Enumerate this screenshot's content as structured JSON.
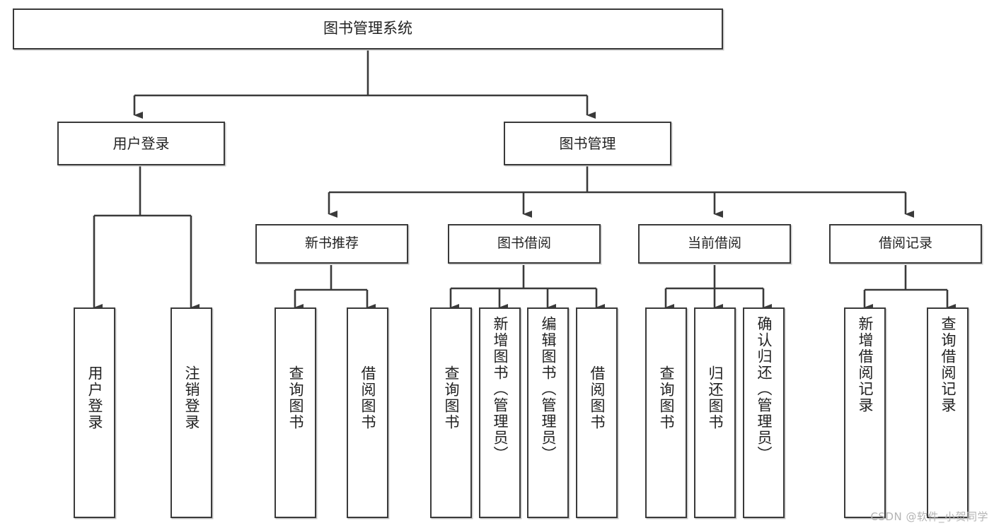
{
  "diagram": {
    "title": "图书管理系统",
    "watermark": "CSDN @软件_小贺同学",
    "type": "tree-hierarchy",
    "colors": {
      "box_border": "#3a3a3a",
      "box_fill": "#ffffff",
      "connector": "#3a3a3a",
      "text": "#222222",
      "watermark": "#b4b4b4"
    },
    "root": {
      "label": "图书管理系统"
    },
    "level1": [
      {
        "id": "user-login",
        "label": "用户登录"
      },
      {
        "id": "book-manage",
        "label": "图书管理"
      }
    ],
    "level2": [
      {
        "id": "new-book-rec",
        "label": "新书推荐",
        "parent": "book-manage"
      },
      {
        "id": "book-borrow",
        "label": "图书借阅",
        "parent": "book-manage"
      },
      {
        "id": "current-borrow",
        "label": "当前借阅",
        "parent": "book-manage"
      },
      {
        "id": "borrow-record",
        "label": "借阅记录",
        "parent": "book-manage"
      }
    ],
    "leaves": [
      {
        "id": "leaf-user-login",
        "label": "用户登录",
        "parent": "user-login"
      },
      {
        "id": "leaf-logout",
        "label": "注销登录",
        "parent": "user-login"
      },
      {
        "id": "leaf-query-book-1",
        "label": "查询图书",
        "parent": "new-book-rec"
      },
      {
        "id": "leaf-borrow-book-1",
        "label": "借阅图书",
        "parent": "new-book-rec"
      },
      {
        "id": "leaf-query-book-2",
        "label": "查询图书",
        "parent": "book-borrow"
      },
      {
        "id": "leaf-add-book",
        "label": "新增图书（管理员）",
        "parent": "book-borrow"
      },
      {
        "id": "leaf-edit-book",
        "label": "编辑图书（管理员）",
        "parent": "book-borrow"
      },
      {
        "id": "leaf-borrow-book-2",
        "label": "借阅图书",
        "parent": "book-borrow"
      },
      {
        "id": "leaf-query-book-3",
        "label": "查询图书",
        "parent": "current-borrow"
      },
      {
        "id": "leaf-return-book",
        "label": "归还图书",
        "parent": "current-borrow"
      },
      {
        "id": "leaf-confirm-return",
        "label": "确认归还（管理员）",
        "parent": "current-borrow"
      },
      {
        "id": "leaf-add-record",
        "label": "新增借阅记录",
        "parent": "borrow-record"
      },
      {
        "id": "leaf-query-record",
        "label": "查询借阅记录",
        "parent": "borrow-record"
      }
    ]
  }
}
